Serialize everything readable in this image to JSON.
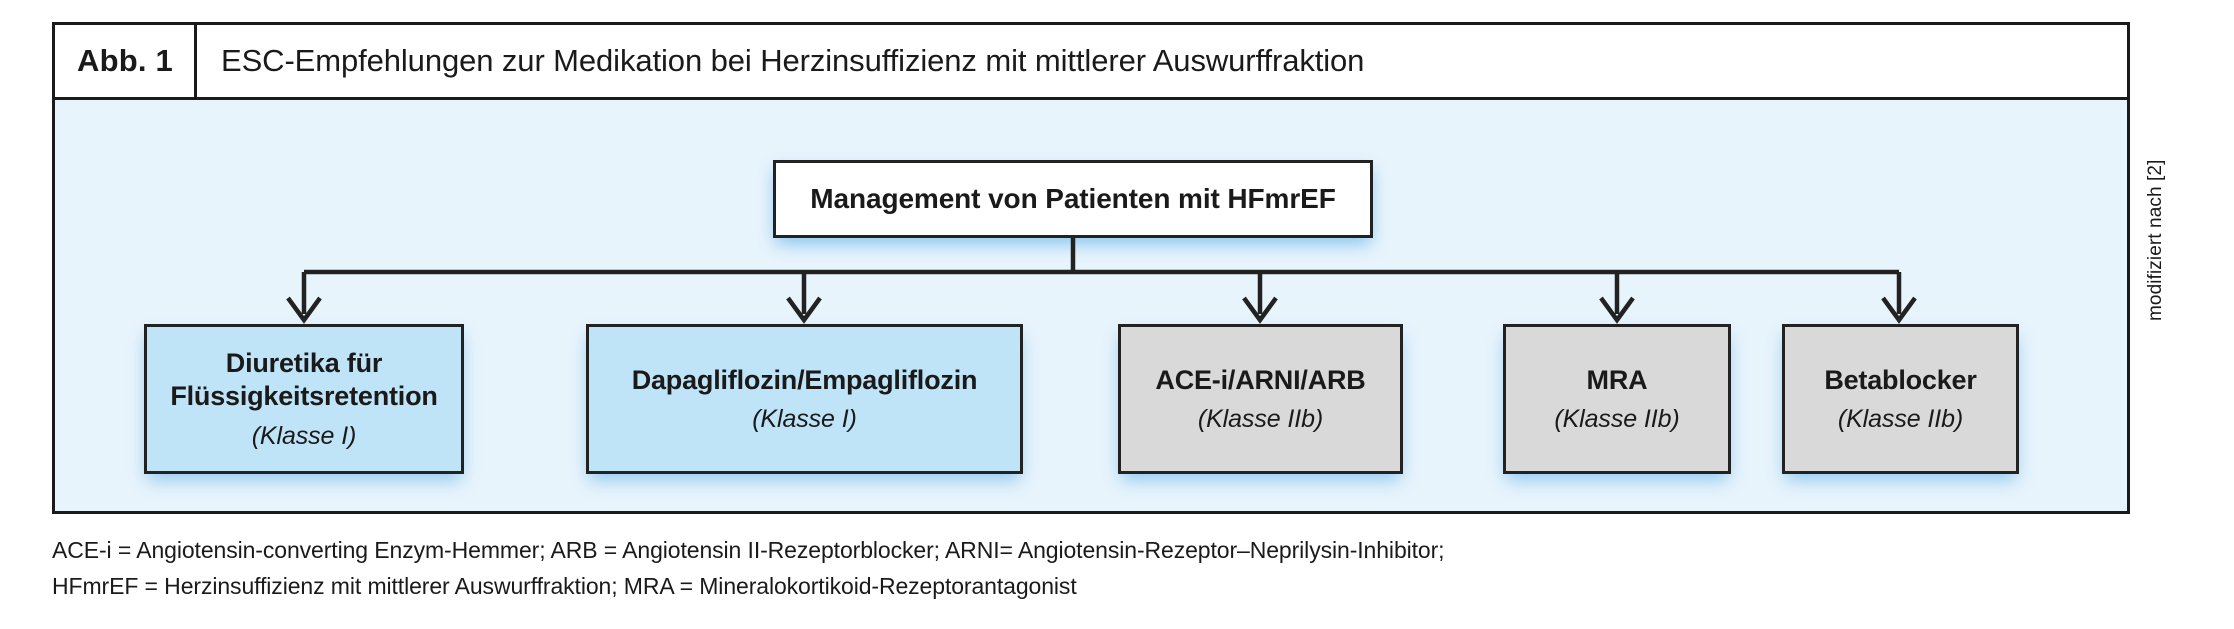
{
  "caption": {
    "tag": "Abb. 1",
    "title": "ESC-Empfehlungen zur Medikation bei Herzinsuffizienz mit mittlerer Auswurffraktion"
  },
  "diagram": {
    "root": {
      "label": "Management von Patienten mit HFmrEF"
    },
    "nodes": [
      {
        "title": "Diuretika für\nFlüssigkeitsretention",
        "subtitle": "(Klasse I)",
        "style": "blue"
      },
      {
        "title": "Dapagliflozin/Empagliflozin",
        "subtitle": "(Klasse I)",
        "style": "blue"
      },
      {
        "title": "ACE-i/ARNI/ARB",
        "subtitle": "(Klasse IIb)",
        "style": "grey"
      },
      {
        "title": "MRA",
        "subtitle": "(Klasse IIb)",
        "style": "grey"
      },
      {
        "title": "Betablocker",
        "subtitle": "(Klasse IIb)",
        "style": "grey"
      }
    ],
    "colors": {
      "panel_background": "#e8f4fc",
      "class_i_fill": "#bfe3f7",
      "class_iib_fill": "#d9d9d9",
      "root_fill": "#ffffff",
      "border": "#222222",
      "glow": "#78beeb"
    }
  },
  "side_credit": "modifiziert nach [2]",
  "footnotes": [
    "ACE-i = Angiotensin-converting Enzym-Hemmer; ARB = Angiotensin II-Rezeptorblocker; ARNI= Angiotensin-Rezeptor–Neprilysin-Inhibitor;",
    "HFmrEF = Herzinsuffizienz mit mittlerer Auswurffraktion; MRA = Mineralokortikoid-Rezeptorantagonist"
  ]
}
